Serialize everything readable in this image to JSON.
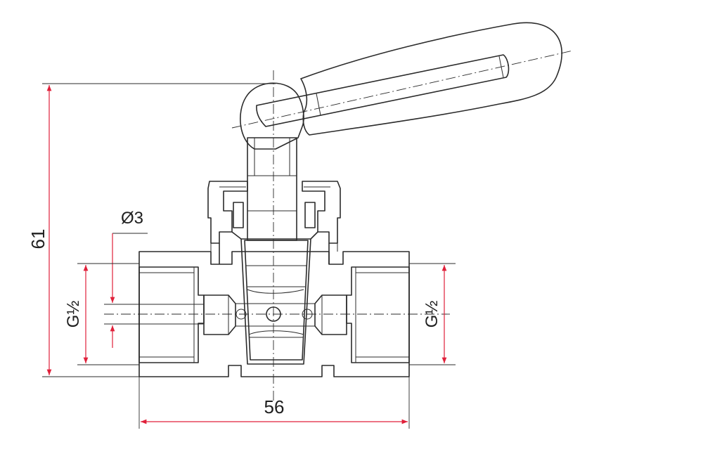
{
  "dimensions": {
    "height": "61",
    "length": "56",
    "bore_diameter": "Ø3",
    "thread_left": "G½",
    "thread_right": "G½"
  },
  "colors": {
    "dimension_lines": "#e0203a",
    "outline": "#2b2b2b",
    "background": "#ffffff"
  }
}
